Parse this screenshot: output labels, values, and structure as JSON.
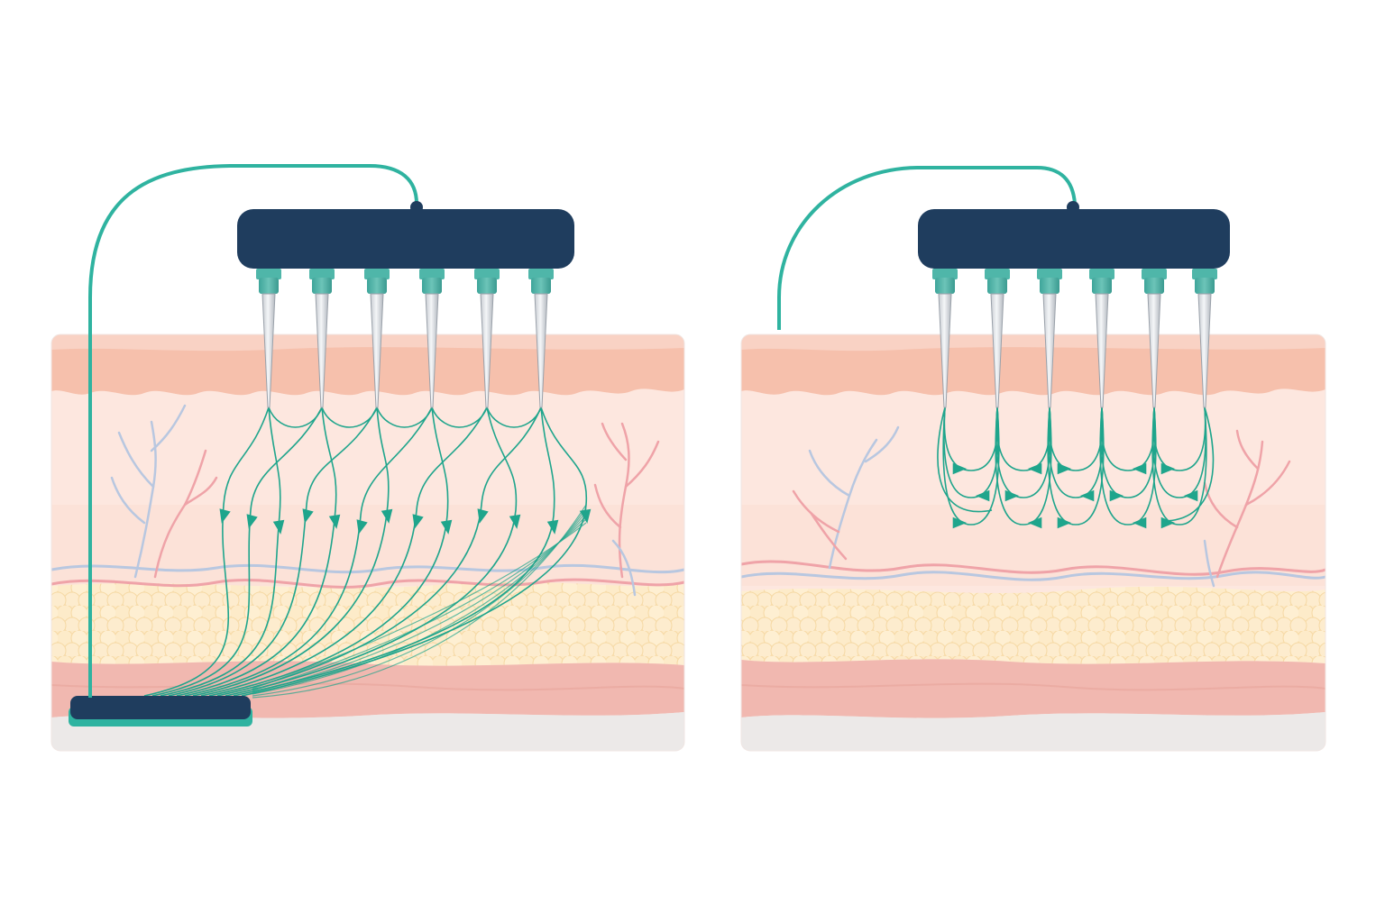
{
  "figure": {
    "panels": [
      {
        "id": "monopolar",
        "needle_count": 6,
        "current_path": "deep-to-return-pad",
        "has_return_pad": true
      },
      {
        "id": "bipolar",
        "needle_count": 6,
        "current_path": "shallow-between-adjacent-needles",
        "has_return_pad": false
      }
    ],
    "tissue_layers": [
      "epidermis",
      "papillary-dermis",
      "dermis",
      "vascular-plexus",
      "fat",
      "muscle",
      "fascia"
    ],
    "colors": {
      "handpiece": "#1f3d5e",
      "cable": "#2fb3a0",
      "current": "#1fa58c",
      "epidermis": "#f6c0ac",
      "dermis": "#fde7df",
      "fat": "#fde9c6",
      "muscle": "#f1b8b0",
      "fascia": "#ece9e8",
      "artery": "#e99aa0",
      "vein": "#a9bddb"
    },
    "icons": {
      "handpiece": "needle-handpiece-icon",
      "return_pad": "return-pad-icon",
      "flow_arrow": "current-arrow-icon"
    }
  }
}
